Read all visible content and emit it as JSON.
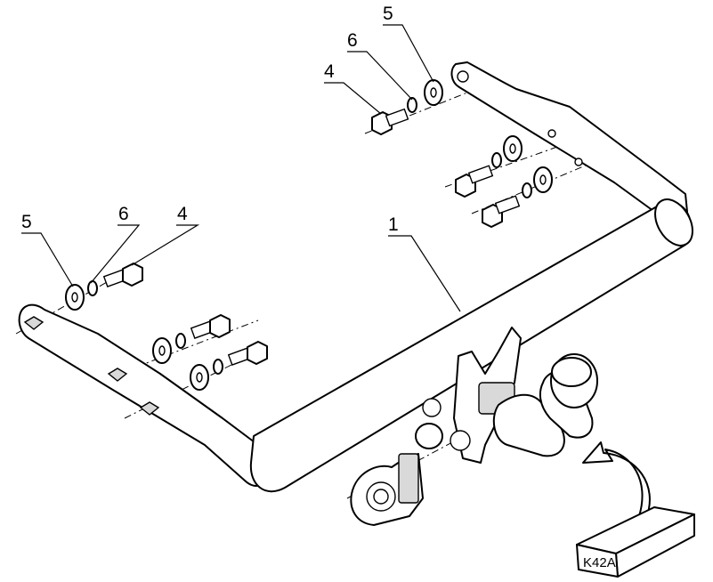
{
  "callouts": [
    {
      "id": "top-5",
      "label": "5"
    },
    {
      "id": "top-6",
      "label": "6"
    },
    {
      "id": "top-4",
      "label": "4"
    },
    {
      "id": "left-5",
      "label": "5"
    },
    {
      "id": "left-6",
      "label": "6"
    },
    {
      "id": "left-4",
      "label": "4"
    },
    {
      "id": "bar-1",
      "label": "1"
    }
  ],
  "model_box": {
    "label": "K42A"
  },
  "colors": {
    "line": "#000000",
    "fill": "#ffffff",
    "shade": "#d9d9d9"
  }
}
